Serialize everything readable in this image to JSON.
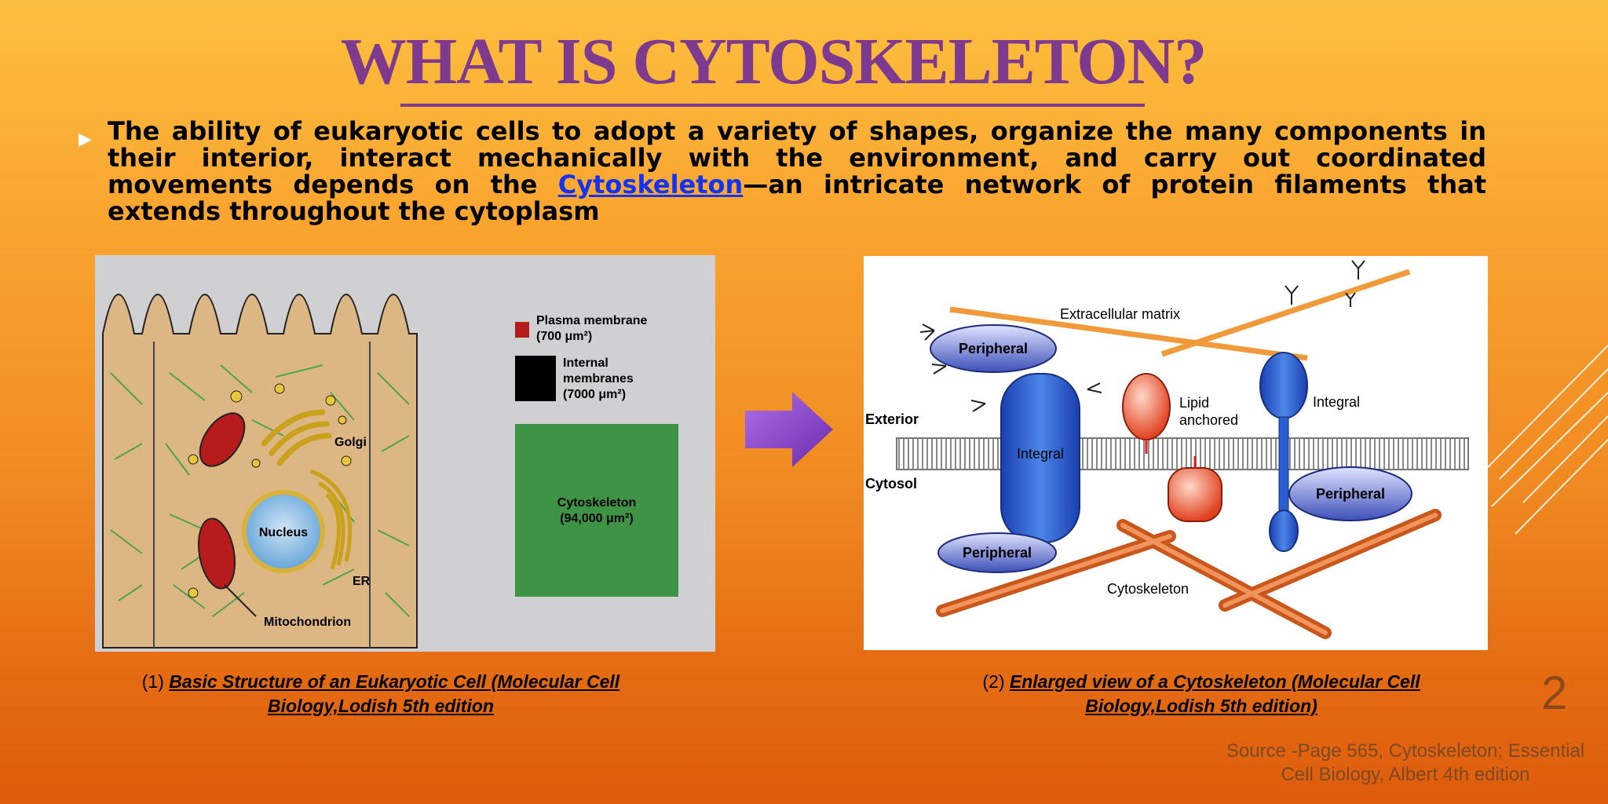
{
  "slide": {
    "title": "WHAT IS CYTOSKELETON?",
    "body_before": "The ability of eukaryotic cells to adopt a variety of shapes, organize the many components in their interior, interact mechanically with the environment, and carry out coordinated movements depends on the ",
    "body_link": "Cytoskeleton",
    "body_after": "—an intricate network of protein filaments that extends throughout the cytoplasm",
    "slide_number": "2"
  },
  "figure1": {
    "labels": {
      "golgi": "Golgi",
      "nucleus": "Nucleus",
      "er": "ER",
      "mitochondrion": "Mitochondrion"
    },
    "legend": {
      "plasma_line1": "Plasma membrane",
      "plasma_line2": "(700 μm²)",
      "internal_line1": "Internal",
      "internal_line2": "membranes",
      "internal_line3": "(7000 μm²)",
      "cyto_line1": "Cytoskeleton",
      "cyto_line2": "(94,000 μm²)"
    },
    "caption_num": "(1) ",
    "caption_line1": "Basic Structure of an Eukaryotic Cell (Molecular Cell",
    "caption_line2": "Biology,Lodish 5th edition"
  },
  "figure2": {
    "labels": {
      "extracellular": "Extracellular matrix",
      "peripheral_top": "Peripheral",
      "exterior": "Exterior",
      "cytosol": "Cytosol",
      "integral_left": "Integral",
      "lipid1": "Lipid",
      "lipid2": "anchored",
      "integral_right": "Integral",
      "peripheral_right": "Peripheral",
      "peripheral_bottom": "Peripheral",
      "cytoskeleton": "Cytoskeleton"
    },
    "caption_num": "(2) ",
    "caption_line1": "Enlarged view of a Cytoskeleton (Molecular Cell",
    "caption_line2": "Biology,Lodish 5th edition)"
  },
  "source": {
    "line1": "Source -Page 565, Cytoskeleton; Essential",
    "line2": "Cell Biology, Albert 4th edition"
  },
  "colors": {
    "title": "#7e3a8e",
    "link": "#1433f0",
    "arrow": "#8b3fc9"
  }
}
